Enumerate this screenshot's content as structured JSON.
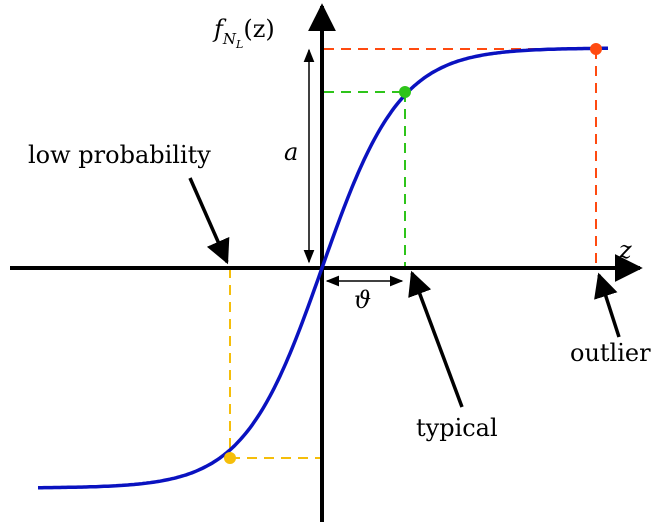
{
  "labels": {
    "function_label": "f",
    "function_sub_base": "N",
    "function_sub_sub": "L",
    "function_arg": "(z)",
    "x_axis": "z",
    "amplitude": "a",
    "threshold": "ϑ",
    "low_probability": "low probability",
    "typical": "typical",
    "outlier": "outlier"
  },
  "colors": {
    "axis": "#000000",
    "curve": "#0a12c0",
    "typical": "#2ec41a",
    "outlier": "#ff4a10",
    "low_probability": "#f5be0a"
  }
}
